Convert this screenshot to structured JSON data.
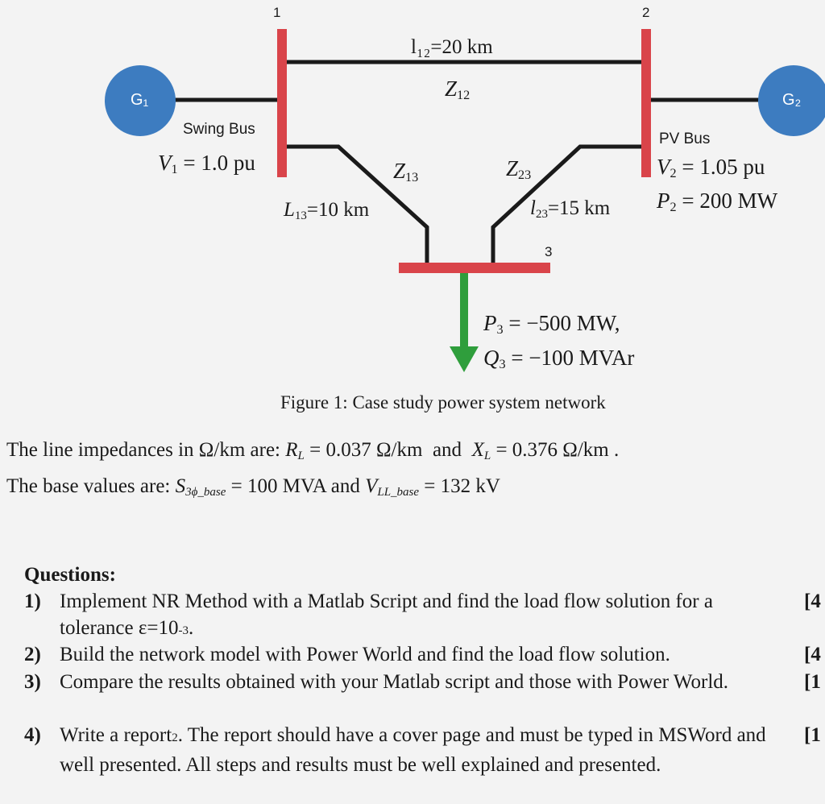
{
  "figure": {
    "bus_numbers": {
      "bus1": "1",
      "bus2": "2",
      "bus3": "3"
    },
    "generators": {
      "g1": "G₁",
      "g2": "G₂"
    },
    "line12": {
      "length": "l₁₂=20 km",
      "impedance_symbol": "Z",
      "impedance_sub": "12"
    },
    "line13": {
      "length_symbol": "L",
      "length_sub": "13",
      "length_value": "=10 km",
      "impedance_symbol": "Z",
      "impedance_sub": "13"
    },
    "line23": {
      "length_symbol": "l",
      "length_sub": "23",
      "length_value": "=15 km",
      "impedance_symbol": "Z",
      "impedance_sub": "23"
    },
    "bus1": {
      "type": "Swing Bus",
      "v_symbol": "V",
      "v_sub": "1",
      "v_value": " = 1.0 pu"
    },
    "bus2": {
      "type": "PV Bus",
      "v_symbol": "V",
      "v_sub": "2",
      "v_value": " = 1.05 pu",
      "p_symbol": "P",
      "p_sub": "2",
      "p_value": " = 200 MW"
    },
    "bus3": {
      "p_symbol": "P",
      "p_sub": "3",
      "p_value": " = −500 MW,",
      "q_symbol": "Q",
      "q_sub": "3",
      "q_value": " = −100 MVAr"
    },
    "caption": "Figure 1: Case study power system network",
    "colors": {
      "bus": "#d9444a",
      "generator": "#3d7cc0",
      "load_arrow": "#2f9e3c",
      "line": "#1a1a1a"
    }
  },
  "text": {
    "impedance_prefix": "The line impedances in Ω/km are: ",
    "r_symbol": "R",
    "r_sub": "L",
    "r_value": " = 0.037 Ω/km",
    "and1": "  and  ",
    "x_symbol": "X",
    "x_sub": "L",
    "x_value": " = 0.376 Ω/km .",
    "base_prefix": "The base values are: ",
    "s_symbol": "S",
    "s_sub": "3ϕ_base",
    "s_value": " = 100 MVA and ",
    "v_symbol": "V",
    "v_sub": "LL_base",
    "v_value": " = 132 kV"
  },
  "questions": {
    "heading": "Questions:",
    "items": [
      {
        "num": "1)",
        "text": "Implement NR Method with a Matlab Script and find the load flow solution for a tolerance ε=10",
        "sup": "-3",
        "tail": ".",
        "mark": "[4"
      },
      {
        "num": "2)",
        "text": "Build the network model with Power World and find the load flow solution.",
        "mark": "[4"
      },
      {
        "num": "3)",
        "text": "Compare the results obtained with your Matlab script and those with Power World.",
        "mark": "[1"
      },
      {
        "num": "4)",
        "text": "Write a report",
        "sup": "2",
        "tail": ". The report should have a cover page and must be typed in MSWord and well presented. All steps and results must be well explained and presented.",
        "mark": "[1"
      }
    ]
  }
}
